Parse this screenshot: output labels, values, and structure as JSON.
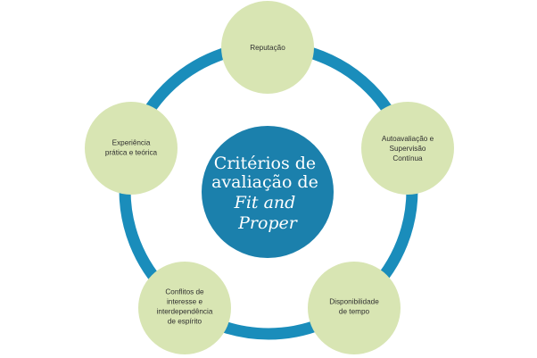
{
  "center": {
    "lines": [
      "Critérios de",
      "avaliação de",
      "Fit and",
      "Proper"
    ],
    "fill_color": "#1b80ac"
  },
  "ring_color": "#1a8dbb",
  "node_fill_color": "#d8e5b3",
  "nodes": [
    {
      "id": "reputacao",
      "lines": [
        "Reputação"
      ]
    },
    {
      "id": "autoavaliacao",
      "lines": [
        "Autoavaliação e",
        "Supervisão",
        "Contínua"
      ]
    },
    {
      "id": "disponibilidade",
      "lines": [
        "Disponibilidade",
        "de tempo"
      ]
    },
    {
      "id": "conflitos",
      "lines": [
        "Conflitos de",
        "interesse e",
        "interdependência",
        "de espírito"
      ]
    },
    {
      "id": "experiencia",
      "lines": [
        "Experiência",
        "prática e teórica"
      ]
    }
  ]
}
